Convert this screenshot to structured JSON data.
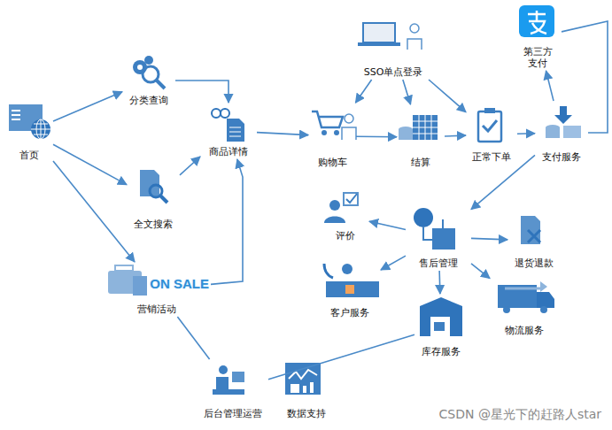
{
  "diagram": {
    "nodes": [
      {
        "text": [
          "首页"
        ]
      },
      {
        "text": [
          "分类查询"
        ]
      },
      {
        "text": [
          "全文搜索"
        ]
      },
      {
        "text": [
          "ON SALE",
          "营销活动"
        ]
      },
      {
        "text": [
          "商品详情"
        ]
      },
      {
        "text": [
          "SSO单点登录"
        ]
      },
      {
        "text": [
          "购物车"
        ]
      },
      {
        "text": [
          "结算"
        ]
      },
      {
        "text": [
          "正常下单"
        ]
      },
      {
        "text": [
          "第三方 支付"
        ]
      },
      {
        "text": [
          "支付服务"
        ]
      },
      {
        "text": [
          "评价"
        ]
      },
      {
        "text": [
          "售后管理"
        ]
      },
      {
        "text": [
          "退货退款"
        ]
      },
      {
        "text": [
          "客户服务"
        ]
      },
      {
        "text": [
          "物流服务"
        ]
      },
      {
        "text": [
          "库存服务"
        ]
      },
      {
        "text": [
          "后台管理运营"
        ]
      },
      {
        "text": [
          "数据支持"
        ]
      }
    ],
    "edges": [
      {
        "from": 0,
        "to": 1,
        "arrow": "to"
      },
      {
        "from": 0,
        "to": 2,
        "arrow": "to"
      },
      {
        "from": 0,
        "to": 3,
        "arrow": "to"
      },
      {
        "from": 1,
        "to": 4,
        "arrow": "to"
      },
      {
        "from": 2,
        "to": 4,
        "arrow": "to"
      },
      {
        "from": 3,
        "to": 4,
        "arrow": "to"
      },
      {
        "from": 4,
        "to": 6,
        "arrow": "to"
      },
      {
        "from": 5,
        "to": 6,
        "arrow": "to"
      },
      {
        "from": 5,
        "to": 7,
        "arrow": "to"
      },
      {
        "from": 5,
        "to": 8,
        "arrow": "to"
      },
      {
        "from": 6,
        "to": 7,
        "arrow": "to"
      },
      {
        "from": 7,
        "to": 8,
        "arrow": "to"
      },
      {
        "from": 8,
        "to": 10,
        "arrow": "to"
      },
      {
        "from": 10,
        "to": 9,
        "arrow": "to"
      },
      {
        "from": 9,
        "to": 10,
        "arrow": "none"
      },
      {
        "from": 10,
        "to": 12,
        "arrow": "to"
      },
      {
        "from": 12,
        "to": 11,
        "arrow": "to"
      },
      {
        "from": 12,
        "to": 13,
        "arrow": "to"
      },
      {
        "from": 12,
        "to": 14,
        "arrow": "to"
      },
      {
        "from": 12,
        "to": 16,
        "arrow": "to"
      },
      {
        "from": 12,
        "to": 15,
        "arrow": "to"
      },
      {
        "from": 17,
        "to": 3,
        "arrow": "none"
      },
      {
        "from": 17,
        "to": 16,
        "arrow": "none"
      }
    ],
    "labels": [
      "CSDN @星光下的赶路人star"
    ]
  }
}
